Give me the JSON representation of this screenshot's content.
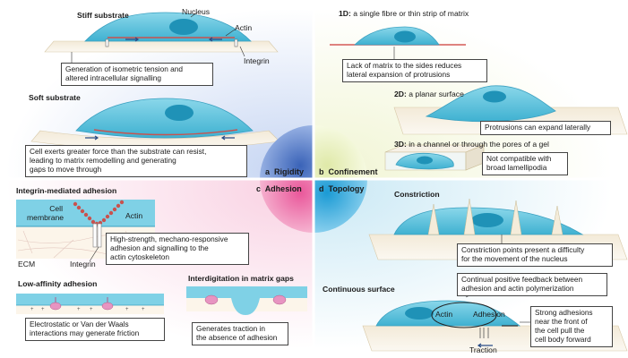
{
  "rigidity": {
    "stiff_title": "Stiff substrate",
    "nucleus": "Nucleus",
    "actin": "Actin",
    "integrin": "Integrin",
    "stiff_box": [
      "Generation of isometric tension and",
      "altered intracellular signalling"
    ],
    "soft_title": "Soft substrate",
    "soft_box": [
      "Cell exerts greater force than the substrate can resist,",
      "leading to matrix remodelling and generating",
      "gaps to move through"
    ]
  },
  "confinement": {
    "one_d_label": "1D:",
    "one_d_text": " a single fibre or thin strip of matrix",
    "one_d_box": [
      "Lack of matrix to the sides reduces",
      "lateral expansion of protrusions"
    ],
    "two_d_label": "2D:",
    "two_d_text": " a planar surface",
    "two_d_box": "Protrusions can expand laterally",
    "three_d_label": "3D:",
    "three_d_text": " in a channel or through the pores of a gel",
    "three_d_box": [
      "Not compatible with",
      "broad lamellipodia"
    ]
  },
  "adhesion": {
    "integrin_title": "Integrin-mediated adhesion",
    "cell_membrane": [
      "Cell",
      "membrane"
    ],
    "actin": "Actin",
    "ecm": "ECM",
    "integrin": "Integrin",
    "integrin_box": [
      "High-strength, mechano-responsive",
      "adhesion and signalling to the",
      "actin cytoskeleton"
    ],
    "low_title": "Low-affinity adhesion",
    "low_box": [
      "Electrostatic or Van der Waals",
      "interactions may generate friction"
    ],
    "inter_title": "Interdigitation in matrix gaps",
    "inter_box": [
      "Generates traction in",
      "the absence of adhesion"
    ]
  },
  "topology": {
    "constriction_title": "Constriction",
    "constriction_box": [
      "Constriction points present a difficulty",
      "for the movement of the nucleus"
    ],
    "continuous_title": "Continuous surface",
    "feedback_box": [
      "Continual positive feedback between",
      "adhesion and actin polymerization"
    ],
    "actin": "Actin",
    "adhesion": "Adhesion",
    "traction": "Traction",
    "strong_box": [
      "Strong adhesions",
      "near the front of",
      "the cell pull the",
      "cell body forward"
    ]
  },
  "quadrants": {
    "a_letter": "a",
    "a_label": "Rigidity",
    "b_letter": "b",
    "b_label": "Confinement",
    "c_letter": "c",
    "c_label": "Adhesion",
    "d_letter": "d",
    "d_label": "Topology"
  },
  "colors": {
    "cell": "#5cc3dc",
    "nucleus": "#1d8fb3",
    "actin_red": "#c9524e",
    "rigidity": "#4a76c4",
    "confinement": "#eef3c9",
    "adhesion": "#ec6fa3",
    "topology": "#2aa4d8"
  }
}
